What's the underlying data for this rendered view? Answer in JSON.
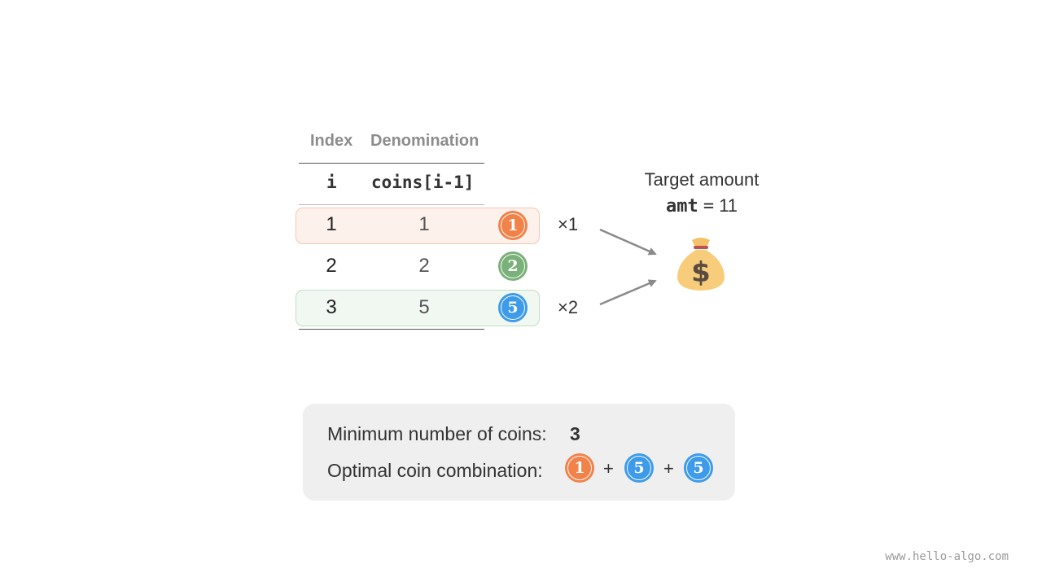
{
  "table": {
    "header_index": "Index",
    "header_denomination": "Denomination",
    "col_i": "i",
    "col_coins": "coins[i-1]",
    "rows": [
      {
        "i": "1",
        "denomination": "1",
        "coin_label": "1",
        "coin_color": "#f0824a",
        "multiplier": "×1",
        "highlighted": true
      },
      {
        "i": "2",
        "denomination": "2",
        "coin_label": "2",
        "coin_color": "#7ab07a",
        "multiplier": "",
        "highlighted": false
      },
      {
        "i": "3",
        "denomination": "5",
        "coin_label": "5",
        "coin_color": "#3d9be9",
        "multiplier": "×2",
        "highlighted": true
      }
    ]
  },
  "target": {
    "label": "Target amount",
    "var": "amt",
    "eq": "=",
    "value": "11",
    "icon": "money-bag-icon"
  },
  "result": {
    "min_label": "Minimum number of coins:",
    "min_value": "3",
    "combo_label": "Optimal coin combination:",
    "combo": [
      {
        "label": "1",
        "color": "#f0824a"
      },
      {
        "label": "5",
        "color": "#3d9be9"
      },
      {
        "label": "5",
        "color": "#3d9be9"
      }
    ],
    "plus": "+"
  },
  "colors": {
    "row1_bg": "#fdf1ec",
    "row1_border": "#f6c6b1",
    "row3_bg": "#f1f7f1",
    "row3_border": "#c3dfc3",
    "arrow": "#8a8a8a",
    "box_bg": "#efefef"
  },
  "watermark": "www.hello-algo.com"
}
